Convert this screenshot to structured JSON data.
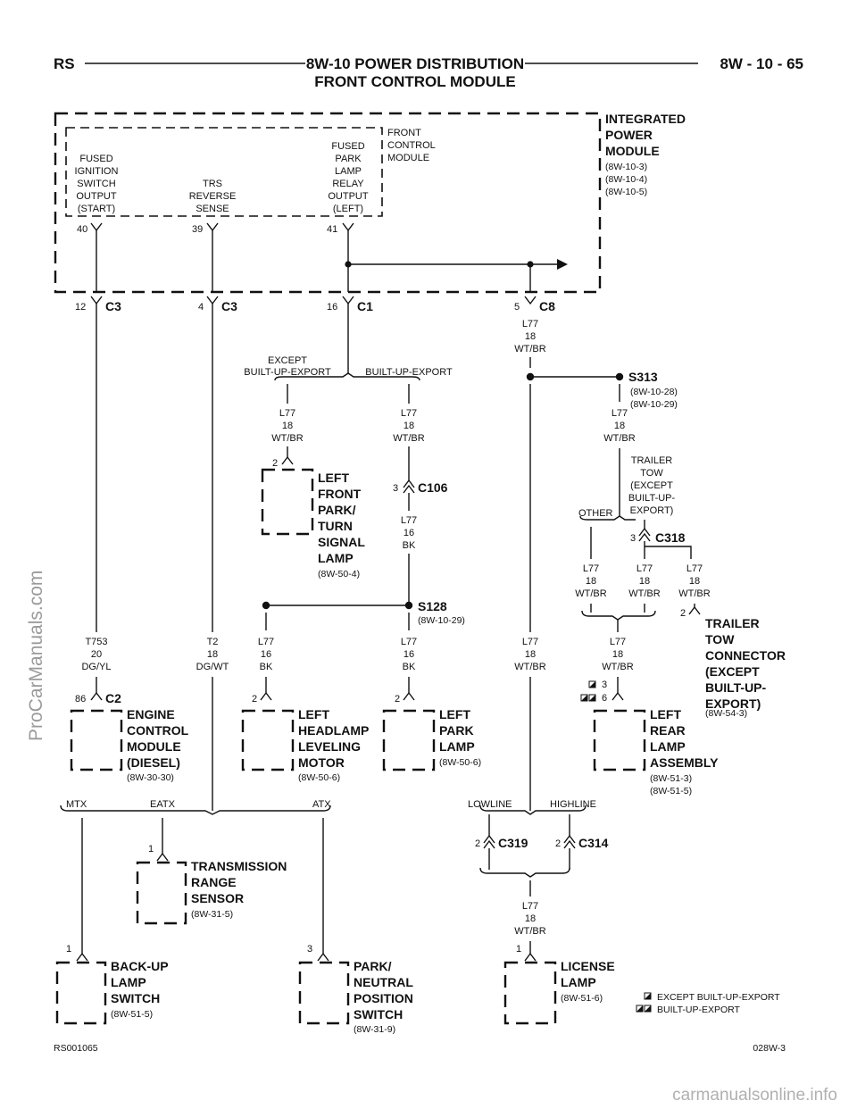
{
  "header": {
    "left": "RS",
    "title_line1": "8W-10 POWER DISTRIBUTION",
    "title_line2": "FRONT CONTROL MODULE",
    "right": "8W - 10 - 65"
  },
  "ipm": {
    "title": [
      "INTEGRATED",
      "POWER",
      "MODULE"
    ],
    "refs": [
      "(8W-10-3)",
      "(8W-10-4)",
      "(8W-10-5)"
    ],
    "fcm_label": [
      "FRONT",
      "CONTROL",
      "MODULE"
    ],
    "out1": [
      "FUSED",
      "IGNITION",
      "SWITCH",
      "OUTPUT",
      "(START)"
    ],
    "out2": [
      "TRS",
      "REVERSE",
      "SENSE"
    ],
    "out3": [
      "FUSED",
      "PARK",
      "LAMP",
      "RELAY",
      "OUTPUT",
      "(LEFT)"
    ],
    "pins": [
      "40",
      "39",
      "41"
    ]
  },
  "connectors": {
    "c3a_pin": "12",
    "c3a": "C3",
    "c3b_pin": "4",
    "c3b": "C3",
    "c1_pin": "16",
    "c1": "C1",
    "c8_pin": "5",
    "c8": "C8",
    "c106_pin": "3",
    "c106": "C106",
    "c318_pin": "3",
    "c318": "C318",
    "c2_pin": "86",
    "c2": "C2",
    "c319_pin": "2",
    "c319": "C319",
    "c314_pin": "2",
    "c314": "C314"
  },
  "splices": {
    "s313": "S313",
    "s313_refs": [
      "(8W-10-28)",
      "(8W-10-29)"
    ],
    "s128": "S128",
    "s128_ref": "(8W-10-29)"
  },
  "wires": {
    "w_c8": [
      "L77",
      "18",
      "WT/BR"
    ],
    "w_except": [
      "L77",
      "18",
      "WT/BR"
    ],
    "w_bue": [
      "L77",
      "18",
      "WT/BR"
    ],
    "w_c106": [
      "L77",
      "16",
      "BK"
    ],
    "w_s128l": [
      "L77",
      "16",
      "BK"
    ],
    "w_s128d": [
      "L77",
      "16",
      "BK"
    ],
    "w_s313": [
      "L77",
      "18",
      "WT/BR"
    ],
    "w_other": [
      "L77",
      "18",
      "WT/BR"
    ],
    "w_c318": [
      "L77",
      "18",
      "WT/BR"
    ],
    "w_trailer": [
      "L77",
      "18",
      "WT/BR"
    ],
    "w_rearjoin": [
      "L77",
      "18",
      "WT/BR"
    ],
    "w_mid": [
      "L77",
      "18",
      "WT/BR"
    ],
    "w_license": [
      "L77",
      "18",
      "WT/BR"
    ],
    "w_t753": [
      "T753",
      "20",
      "DG/YL"
    ],
    "w_t2": [
      "T2",
      "18",
      "DG/WT"
    ]
  },
  "branches": {
    "except_bue": [
      "EXCEPT",
      "BUILT-UP-EXPORT"
    ],
    "bue": "BUILT-UP-EXPORT",
    "other": "OTHER",
    "trailer_tow": [
      "TRAILER",
      "TOW",
      "(EXCEPT",
      "BUILT-UP-",
      "EXPORT)"
    ],
    "mtx": "MTX",
    "eatx": "EATX",
    "atx": "ATX",
    "lowline": "LOWLINE",
    "highline": "HIGHLINE"
  },
  "components": {
    "left_front_park": {
      "pin": "2",
      "name": [
        "LEFT",
        "FRONT",
        "PARK/",
        "TURN",
        "SIGNAL",
        "LAMP"
      ],
      "ref": "(8W-50-4)"
    },
    "trailer_conn": {
      "pin": "2",
      "name": [
        "TRAILER",
        "TOW",
        "CONNECTOR",
        "(EXCEPT",
        "BUILT-UP-",
        "EXPORT)"
      ],
      "ref": "(8W-54-3)"
    },
    "ecm": {
      "name": [
        "ENGINE",
        "CONTROL",
        "MODULE",
        "(DIESEL)"
      ],
      "ref": "(8W-30-30)"
    },
    "headlamp_lev": {
      "pin": "2",
      "name": [
        "LEFT",
        "HEADLAMP",
        "LEVELING",
        "MOTOR"
      ],
      "ref": "(8W-50-6)"
    },
    "left_park": {
      "pin": "2",
      "name": [
        "LEFT",
        "PARK",
        "LAMP"
      ],
      "ref": "(8W-50-6)"
    },
    "left_rear": {
      "pin_a": "3",
      "pin_b": "6",
      "name": [
        "LEFT",
        "REAR",
        "LAMP",
        "ASSEMBLY"
      ],
      "refs": [
        "(8W-51-3)",
        "(8W-51-5)"
      ]
    },
    "trs": {
      "pin": "1",
      "name": [
        "TRANSMISSION",
        "RANGE",
        "SENSOR"
      ],
      "ref": "(8W-31-5)"
    },
    "backup": {
      "pin": "1",
      "name": [
        "BACK-UP",
        "LAMP",
        "SWITCH"
      ],
      "ref": "(8W-51-5)"
    },
    "pnp": {
      "pin": "3",
      "name": [
        "PARK/",
        "NEUTRAL",
        "POSITION",
        "SWITCH"
      ],
      "ref": "(8W-31-9)"
    },
    "license": {
      "pin": "1",
      "name": [
        "LICENSE",
        "LAMP"
      ],
      "ref": "(8W-51-6)"
    }
  },
  "legend": {
    "single": "EXCEPT BUILT-UP-EXPORT",
    "double": "BUILT-UP-EXPORT"
  },
  "footer": {
    "left": "RS001065",
    "right": "028W-3"
  },
  "watermarks": {
    "side": "ProCarManuals.com",
    "bottom": "carmanualsonline.info"
  }
}
